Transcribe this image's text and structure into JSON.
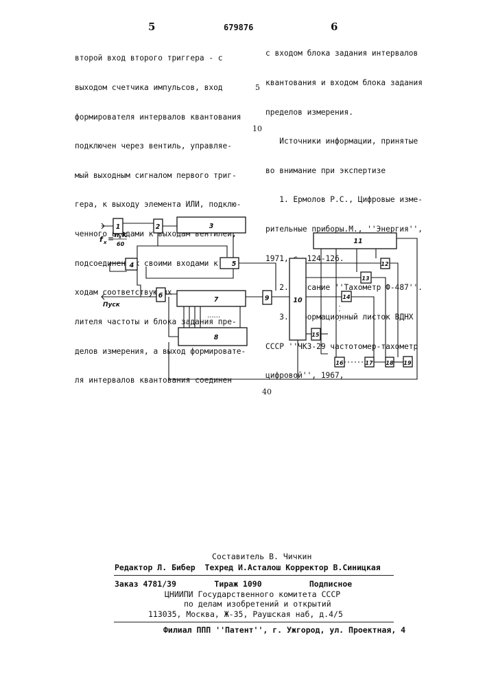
{
  "header": {
    "page_left": "5",
    "patent_number": "679876",
    "page_right": "6"
  },
  "left_column": [
    "второй вход второго триггера - с",
    "выходом счетчика импульсов, вход",
    "формирователя интервалов квантования",
    "подключен через вентиль, управляе-",
    "мый выходным сигналом первого триг-",
    "гера, к выходу элемента ИЛИ, подклю-",
    "ченного входами к выходам вентилей,",
    "подсоединенных своими входами к вы-",
    "ходам соответствующих разрядов де-",
    "лителя частоты и блока задания пре-",
    "делов измерения, а выход формировате-",
    "ля интервалов квантования соединен"
  ],
  "right_column": [
    "с входом блока задания интервалов",
    "квантования и входом блока задания",
    "пределов измерения.",
    "   Источники информации, принятые",
    "во внимание при экспертизе",
    "   1. Ермолов Р.С., Цифровые изме-",
    "рительные приборы.М., ''Энергия'',",
    "1971, с. 124-126.",
    "   2. Описание ''Тахометр Ф-487''.",
    "   3. Информационный листок ВДНХ",
    "СССР ''ЧК3-29 частотомер-тахометр",
    "цифровой'', 1967,"
  ],
  "line_numbers": {
    "n5": "5",
    "n10": "10"
  },
  "diagram": {
    "blocks": [
      "1",
      "2",
      "3",
      "4",
      "5",
      "6",
      "7",
      "8",
      "9",
      "10",
      "11",
      "12",
      "13",
      "14",
      "15",
      "16",
      "17",
      "18",
      "19"
    ],
    "formula_fx": "f",
    "formula_sub_x": "x",
    "formula_eq": "=",
    "formula_num": "n",
    "formula_num_sub": "x",
    "formula_num_k": "K",
    "formula_den": "60",
    "input_label": "Пуск",
    "dots": "......"
  },
  "figure_number": "40",
  "imprint": {
    "line1": "Составитель В. Чичкин",
    "line2": "Редактор Л. Бибер  Техред И.Асталош Корректор В.Синицкая",
    "line3": "Заказ 4781/39        Тираж 1090          Подписное",
    "line4": "ЦНИИПИ Государственного комитета СССР",
    "line5": "по делам изобретений и открытий",
    "line6": "113035, Москва, Ж-35, Раушская наб, д.4/5",
    "line7": "Филиал ППП ''Патент'', г. Ужгород, ул. Проектная, 4"
  }
}
